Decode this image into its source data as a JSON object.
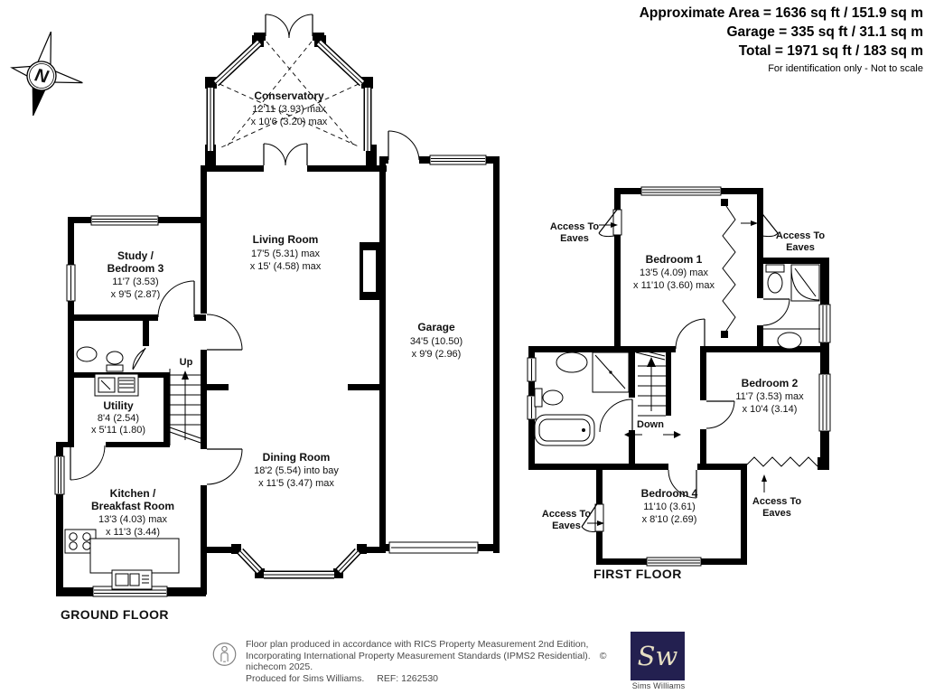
{
  "header": {
    "line1": "Approximate Area = 1636 sq ft / 151.9 sq m",
    "line2": "Garage = 335 sq ft / 31.1 sq m",
    "line3": "Total = 1971 sq ft / 183 sq m",
    "note": "For identification only - Not to scale"
  },
  "compass": {
    "label": "N"
  },
  "ground_floor": {
    "title": "GROUND FLOOR",
    "stairs_label": "Up",
    "rooms": {
      "conservatory": {
        "name": "Conservatory",
        "dim1": "12'11 (3.93) max",
        "dim2": "x 10'6 (3.20) max"
      },
      "study": {
        "name1": "Study /",
        "name2": "Bedroom 3",
        "dim1": "11'7 (3.53)",
        "dim2": "x 9'5 (2.87)"
      },
      "living": {
        "name": "Living Room",
        "dim1": "17'5 (5.31) max",
        "dim2": "x 15' (4.58) max"
      },
      "garage": {
        "name": "Garage",
        "dim1": "34'5 (10.50)",
        "dim2": "x 9'9 (2.96)"
      },
      "utility": {
        "name": "Utility",
        "dim1": "8'4 (2.54)",
        "dim2": "x 5'11 (1.80)"
      },
      "kitchen": {
        "name1": "Kitchen /",
        "name2": "Breakfast Room",
        "dim1": "13'3 (4.03) max",
        "dim2": "x 11'3 (3.44)"
      },
      "dining": {
        "name": "Dining Room",
        "dim1": "18'2 (5.54) into bay",
        "dim2": "x 11'5 (3.47) max"
      }
    }
  },
  "first_floor": {
    "title": "FIRST FLOOR",
    "stairs_label": "Down",
    "eaves": {
      "line1": "Access To",
      "line2": "Eaves"
    },
    "rooms": {
      "bedroom1": {
        "name": "Bedroom 1",
        "dim1": "13'5 (4.09) max",
        "dim2": "x 11'10 (3.60) max"
      },
      "bedroom2": {
        "name": "Bedroom 2",
        "dim1": "11'7 (3.53) max",
        "dim2": "x 10'4 (3.14)"
      },
      "bedroom4": {
        "name": "Bedroom 4",
        "dim1": "11'10 (3.61)",
        "dim2": "x 8'10 (2.69)"
      }
    }
  },
  "footer": {
    "line1": "Floor plan produced in accordance with RICS Property Measurement 2nd Edition,",
    "line2": "Incorporating International Property Measurement Standards (IPMS2 Residential).",
    "copyright": "© nichecom 2025.",
    "line3": "Produced for Sims Williams.",
    "ref": "REF: 1262530"
  },
  "logo": {
    "monogram": "Sw",
    "name": "Sims Williams",
    "bg_color": "#232050",
    "monogram_color": "#e6dfc3"
  }
}
